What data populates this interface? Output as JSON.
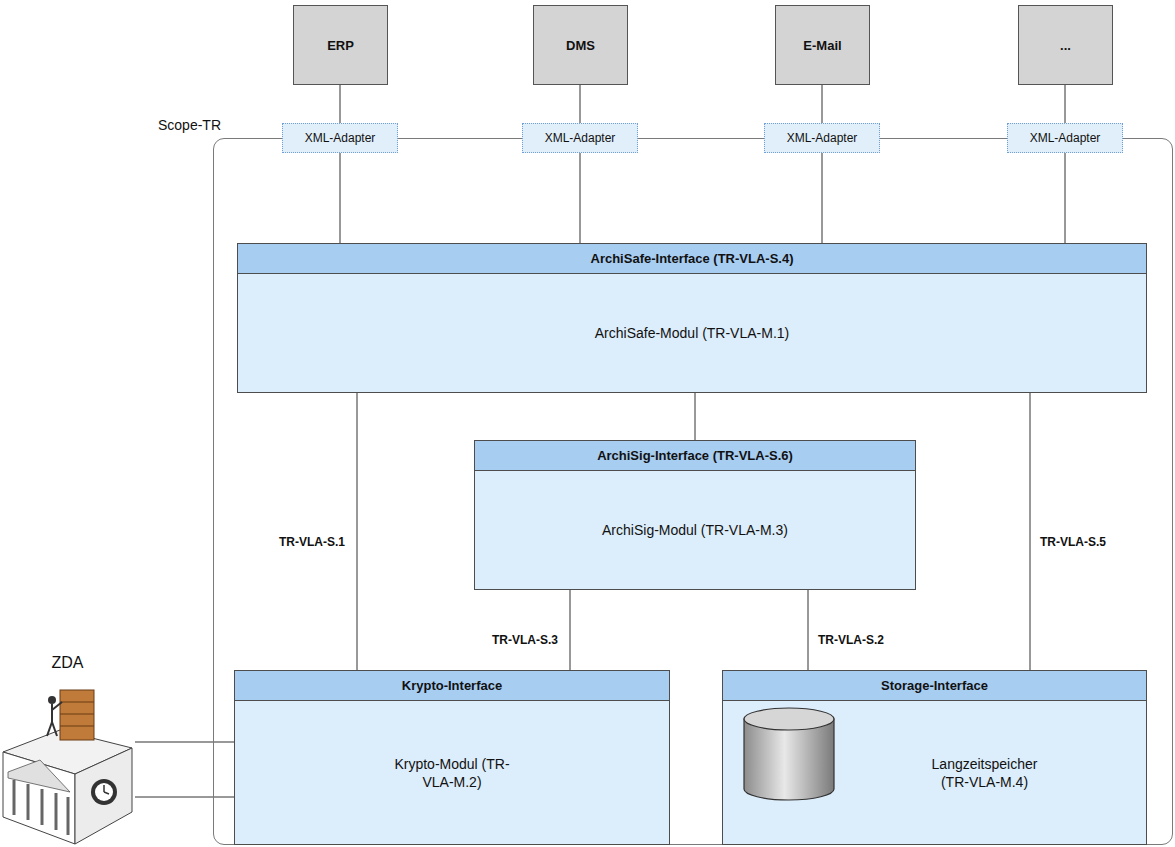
{
  "diagram": {
    "nodes": [
      {
        "text": [
          "ERP"
        ]
      },
      {
        "text": [
          "DMS"
        ]
      },
      {
        "text": [
          "E-Mail"
        ]
      },
      {
        "text": [
          "..."
        ]
      },
      {
        "text": [
          "Scope-TR"
        ]
      },
      {
        "text": [
          "XML-Adapter"
        ]
      },
      {
        "text": [
          "XML-Adapter"
        ]
      },
      {
        "text": [
          "XML-Adapter"
        ]
      },
      {
        "text": [
          "XML-Adapter"
        ]
      },
      {
        "text": [
          "ArchiSafe-Interface (TR-VLA-S.4)",
          "ArchiSafe-Modul (TR-VLA-M.1)"
        ],
        "in": 4
      },
      {
        "text": [
          "ArchiSig-Interface (TR-VLA-S.6)",
          "ArchiSig-Modul (TR-VLA-M.3)"
        ],
        "in": 4
      },
      {
        "text": [
          "Krypto-Interface",
          "Krypto-Modul (TR-VLA-M.2)"
        ],
        "in": 4
      },
      {
        "text": [
          "Storage-Interface",
          "Langzeitspeicher (TR-VLA-M.4)"
        ],
        "in": 4
      },
      {
        "text": [
          "ZDA"
        ]
      }
    ],
    "edges": [
      {
        "from": 0,
        "to": 5,
        "arrow": "none"
      },
      {
        "from": 1,
        "to": 6,
        "arrow": "none"
      },
      {
        "from": 2,
        "to": 7,
        "arrow": "none"
      },
      {
        "from": 3,
        "to": 8,
        "arrow": "none"
      },
      {
        "from": 5,
        "to": 9,
        "arrow": "none"
      },
      {
        "from": 6,
        "to": 9,
        "arrow": "none"
      },
      {
        "from": 7,
        "to": 9,
        "arrow": "none"
      },
      {
        "from": 8,
        "to": 9,
        "arrow": "none"
      },
      {
        "from": 9,
        "to": 10,
        "arrow": "none"
      },
      {
        "from": 9,
        "to": 11,
        "label": "TR-VLA-S.1",
        "arrow": "none"
      },
      {
        "from": 10,
        "to": 11,
        "label": "TR-VLA-S.3",
        "arrow": "none"
      },
      {
        "from": 10,
        "to": 12,
        "label": "TR-VLA-S.2",
        "arrow": "none"
      },
      {
        "from": 9,
        "to": 12,
        "label": "TR-VLA-S.5",
        "arrow": "none"
      },
      {
        "from": 13,
        "to": 11,
        "arrow": "none"
      },
      {
        "from": 13,
        "to": 11,
        "arrow": "none"
      }
    ]
  }
}
